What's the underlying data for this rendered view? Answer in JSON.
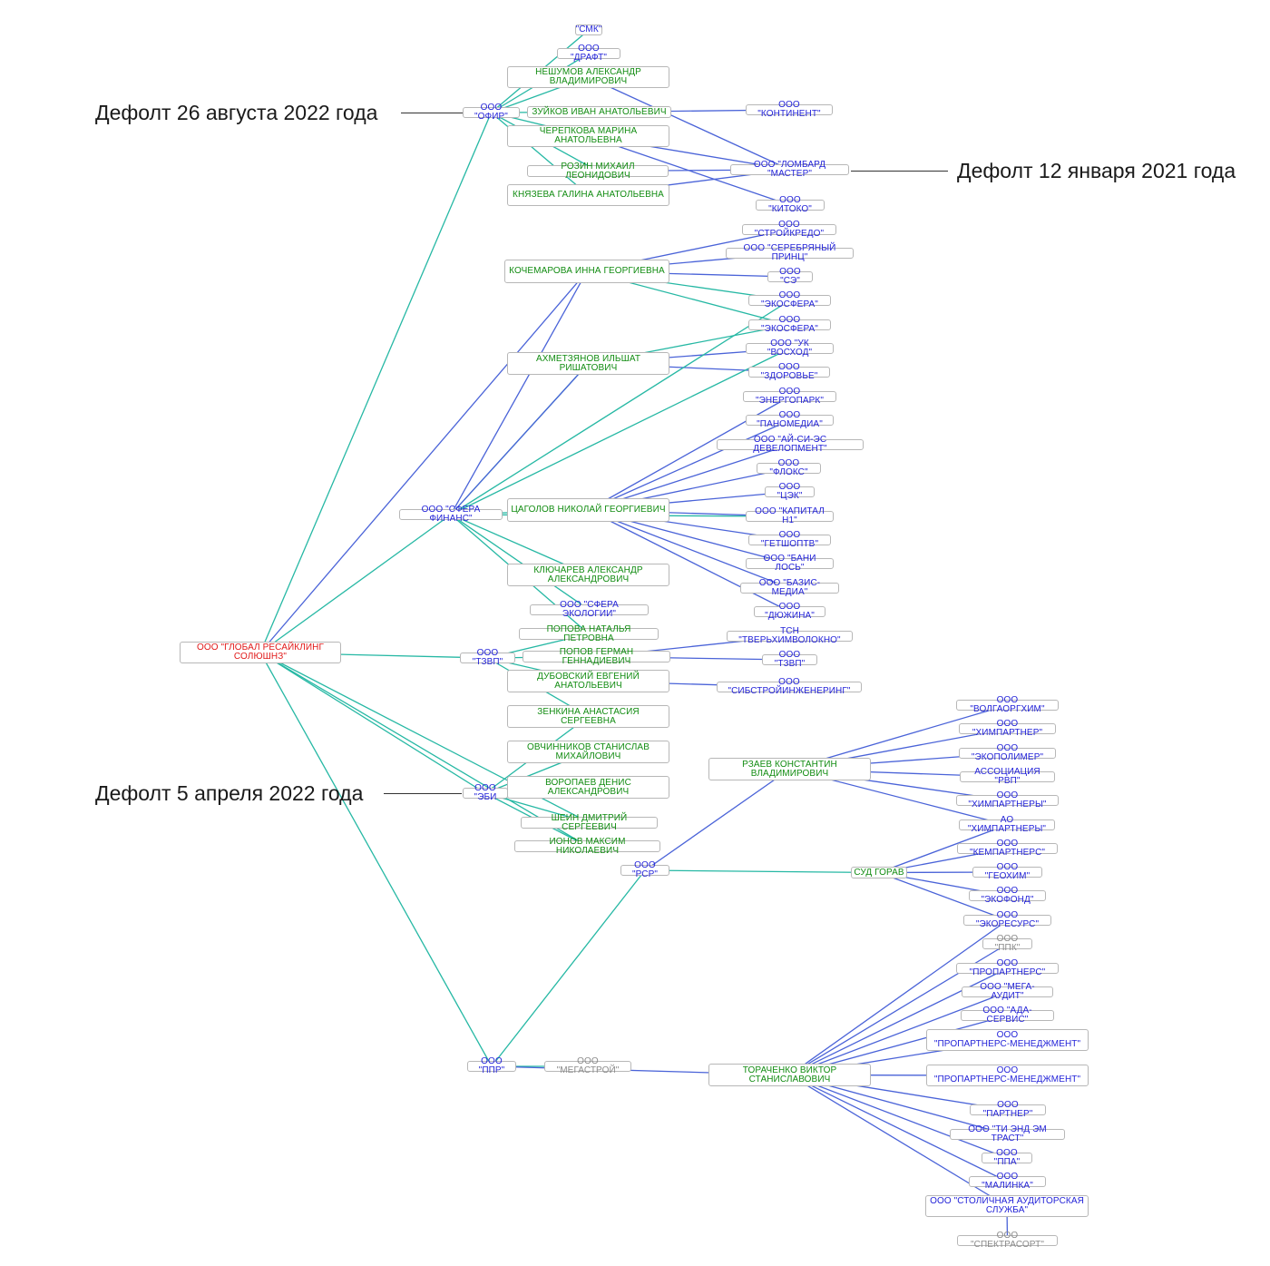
{
  "diagram": {
    "nodes": [
      {
        "id": "root",
        "label": "ООО \"ГЛОБАЛ РЕСАЙКЛИНГ\nСОЛЮШНЗ\"",
        "kind": "root"
      },
      {
        "id": "smk",
        "label": "\"СМК\"",
        "kind": "company"
      },
      {
        "id": "draft",
        "label": "ООО \"ДРАФТ\"",
        "kind": "company"
      },
      {
        "id": "neshumov",
        "label": "НЕШУМОВ АЛЕКСАНДР\nВЛАДИМИРОВИЧ",
        "kind": "person"
      },
      {
        "id": "ofir",
        "label": "ООО \"ОФИР\"",
        "kind": "company"
      },
      {
        "id": "zuykov",
        "label": "ЗУЙКОВ ИВАН АНАТОЛЬЕВИЧ",
        "kind": "person"
      },
      {
        "id": "kontinent",
        "label": "ООО \"КОНТИНЕНТ\"",
        "kind": "company"
      },
      {
        "id": "cherepkova",
        "label": "ЧЕРЕПКОВА МАРИНА\nАНАТОЛЬЕВНА",
        "kind": "person"
      },
      {
        "id": "rozin",
        "label": "РОЗИН МИХАИЛ ЛЕОНИДОВИЧ",
        "kind": "person"
      },
      {
        "id": "lombard",
        "label": "ООО \"ЛОМБАРД \"МАСТЕР\"",
        "kind": "company"
      },
      {
        "id": "knyazeva",
        "label": "КНЯЗЕВА ГАЛИНА АНАТОЛЬЕВНА",
        "kind": "person"
      },
      {
        "id": "kitoko",
        "label": "ООО \"КИТОКО\"",
        "kind": "company"
      },
      {
        "id": "stroykredo",
        "label": "ООО \"СТРОЙКРЕДО\"",
        "kind": "company"
      },
      {
        "id": "serebr",
        "label": "ООО \"СЕРЕБРЯНЫЙ ПРИНЦ\"",
        "kind": "company"
      },
      {
        "id": "kochemarova",
        "label": "КОЧЕМАРОВА ИННА ГЕОРГИЕВНА",
        "kind": "person"
      },
      {
        "id": "se",
        "label": "ООО \"СЭ\"",
        "kind": "company"
      },
      {
        "id": "ekosfera1",
        "label": "ООО \"ЭКОСФЕРА\"",
        "kind": "company"
      },
      {
        "id": "ekosfera2",
        "label": "ООО \"ЭКОСФЕРА\"",
        "kind": "company"
      },
      {
        "id": "ukvoshod",
        "label": "ООО \"УК \"ВОСХОД\"",
        "kind": "company"
      },
      {
        "id": "ahmetzyanov",
        "label": "АХМЕТЗЯНОВ ИЛЬШАТ\nРИШАТОВИЧ",
        "kind": "person"
      },
      {
        "id": "zdorovie",
        "label": "ООО \"ЗДОРОВЬЕ\"",
        "kind": "company"
      },
      {
        "id": "energopark",
        "label": "ООО \"ЭНЕРГОПАРК\"",
        "kind": "company"
      },
      {
        "id": "panomedia",
        "label": "ООО \"ПАНОМЕДИА\"",
        "kind": "company"
      },
      {
        "id": "aisies",
        "label": "ООО \"АЙ-СИ-ЭС ДЕВЕЛОПМЕНТ\"",
        "kind": "company"
      },
      {
        "id": "floks",
        "label": "ООО \"ФЛОКС\"",
        "kind": "company"
      },
      {
        "id": "tsek",
        "label": "ООО \"ЦЭК\"",
        "kind": "company"
      },
      {
        "id": "sferafin",
        "label": "ООО \"СФЕРА ФИНАНС\"",
        "kind": "company"
      },
      {
        "id": "tsagolov",
        "label": "ЦАГОЛОВ НИКОЛАЙ ГЕОРГИЕВИЧ",
        "kind": "person"
      },
      {
        "id": "kapital",
        "label": "ООО \"КАПИТАЛ Н1\"",
        "kind": "company"
      },
      {
        "id": "getshop",
        "label": "ООО \"ГЕТШОПТВ\"",
        "kind": "company"
      },
      {
        "id": "banilos",
        "label": "ООО \"БАНИ ЛОСЬ\"",
        "kind": "company"
      },
      {
        "id": "klyucharev",
        "label": "КЛЮЧАРЕВ АЛЕКСАНДР\nАЛЕКСАНДРОВИЧ",
        "kind": "person"
      },
      {
        "id": "bazis",
        "label": "ООО \"БАЗИС-МЕДИА\"",
        "kind": "company"
      },
      {
        "id": "sferaeko",
        "label": "ООО \"СФЕРА ЭКОЛОГИИ\"",
        "kind": "company"
      },
      {
        "id": "dyuzhina",
        "label": "ООО \"ДЮЖИНА\"",
        "kind": "company"
      },
      {
        "id": "popova",
        "label": "ПОПОВА НАТАЛЬЯ ПЕТРОВНА",
        "kind": "person"
      },
      {
        "id": "tsn",
        "label": "ТСН \"ТВЕРЬХИМВОЛОКНО\"",
        "kind": "company"
      },
      {
        "id": "tzvp1",
        "label": "ООО \"ТЗВП\"",
        "kind": "company"
      },
      {
        "id": "popovg",
        "label": "ПОПОВ ГЕРМАН ГЕННАДИЕВИЧ",
        "kind": "person"
      },
      {
        "id": "tzvp2",
        "label": "ООО \"ТЗВП\"",
        "kind": "company"
      },
      {
        "id": "dubovsky",
        "label": "ДУБОВСКИЙ ЕВГЕНИЙ\nАНАТОЛЬЕВИЧ",
        "kind": "person"
      },
      {
        "id": "sibstroy",
        "label": "ООО \"СИБСТРОЙИНЖЕНЕРИНГ\"",
        "kind": "company"
      },
      {
        "id": "volgaorg",
        "label": "ООО \"ВОЛГАОРГХИМ\"",
        "kind": "company"
      },
      {
        "id": "zenkina",
        "label": "ЗЕНКИНА АНАСТАСИЯ\nСЕРГЕЕВНА",
        "kind": "person"
      },
      {
        "id": "himpartner",
        "label": "ООО \"ХИМПАРТНЕР\"",
        "kind": "company"
      },
      {
        "id": "ovchinnikov",
        "label": "ОВЧИННИКОВ СТАНИСЛАВ\nМИХАЙЛОВИЧ",
        "kind": "person"
      },
      {
        "id": "ekopolimer",
        "label": "ООО \"ЭКОПОЛИМЕР\"",
        "kind": "company"
      },
      {
        "id": "rzaev",
        "label": "РЗАЕВ КОНСТАНТИН\nВЛАДИМИРОВИЧ",
        "kind": "person"
      },
      {
        "id": "rvp",
        "label": "АССОЦИАЦИЯ \"РВП\"",
        "kind": "company"
      },
      {
        "id": "voropaev",
        "label": "ВОРОПАЕВ ДЕНИС\nАЛЕКСАНДРОВИЧ",
        "kind": "person"
      },
      {
        "id": "ebi",
        "label": "ООО \"ЭБИ",
        "kind": "company"
      },
      {
        "id": "himpartnery",
        "label": "ООО \"ХИМПАРТНЕРЫ\"",
        "kind": "company"
      },
      {
        "id": "shein",
        "label": "ШЕИН ДМИТРИЙ СЕРГЕЕВИЧ",
        "kind": "person"
      },
      {
        "id": "ao_him",
        "label": "АО \"ХИМПАРТНЕРЫ\"",
        "kind": "company"
      },
      {
        "id": "ionov",
        "label": "ИОНОВ МАКСИМ НИКОЛАЕВИЧ",
        "kind": "person"
      },
      {
        "id": "kempart",
        "label": "ООО \"КЕМПАРТНЕРС\"",
        "kind": "company"
      },
      {
        "id": "rsr",
        "label": "ООО \"РСР\"",
        "kind": "company"
      },
      {
        "id": "sudgorav",
        "label": "СУД ГОРАВ",
        "kind": "person"
      },
      {
        "id": "geohim",
        "label": "ООО \"ГЕОХИМ\"",
        "kind": "company"
      },
      {
        "id": "ekofond",
        "label": "ООО \"ЭКОФОНД\"",
        "kind": "company"
      },
      {
        "id": "ekoresurs",
        "label": "ООО \"ЭКОРЕСУРС\"",
        "kind": "company"
      },
      {
        "id": "ppk",
        "label": "ООО \"ППК\"",
        "kind": "inactive"
      },
      {
        "id": "propart",
        "label": "ООО \"ПРОПАРТНЕРС\"",
        "kind": "company"
      },
      {
        "id": "megaaudit",
        "label": "ООО \"МЕГА-АУДИТ\"",
        "kind": "company"
      },
      {
        "id": "adaserv",
        "label": "ООО \"АДА-СЕРВИС\"",
        "kind": "company"
      },
      {
        "id": "propman1",
        "label": "ООО\n\"ПРОПАРТНЕРС-МЕНЕДЖМЕНТ\"",
        "kind": "company"
      },
      {
        "id": "ppr",
        "label": "ООО \"ППР\"",
        "kind": "company"
      },
      {
        "id": "megastroy",
        "label": "ООО \"МЕГАСТРОЙ\"",
        "kind": "inactive"
      },
      {
        "id": "torachenko",
        "label": "ТОРАЧЕНКО ВИКТОР\nСТАНИСЛАВОВИЧ",
        "kind": "person"
      },
      {
        "id": "propman2",
        "label": "ООО\n\"ПРОПАРТНЕРС-МЕНЕДЖМЕНТ\"",
        "kind": "company"
      },
      {
        "id": "partner",
        "label": "ООО \"ПАРТНЕР\"",
        "kind": "company"
      },
      {
        "id": "tiendem",
        "label": "ООО \"ТИ ЭНД ЭМ ТРАСТ\"",
        "kind": "company"
      },
      {
        "id": "ppa",
        "label": "ООО \"ППА\"",
        "kind": "company"
      },
      {
        "id": "malinka",
        "label": "ООО \"МАЛИНКА\"",
        "kind": "company"
      },
      {
        "id": "stolichnaya",
        "label": "ООО \"СТОЛИЧНАЯ АУДИТОРСКАЯ\nСЛУЖБА\"",
        "kind": "company"
      },
      {
        "id": "spektrasort",
        "label": "ООО \"СПЕКТРАСОРТ\"",
        "kind": "inactive"
      }
    ],
    "edges": [
      [
        "root",
        "ofir",
        "teal"
      ],
      [
        "root",
        "sferafin",
        "teal"
      ],
      [
        "root",
        "kochemarova",
        "blue"
      ],
      [
        "root",
        "tzvp2",
        "teal"
      ],
      [
        "root",
        "ebi",
        "teal"
      ],
      [
        "root",
        "ppr",
        "teal"
      ],
      [
        "root",
        "shein",
        "teal"
      ],
      [
        "root",
        "ionov",
        "teal"
      ],
      [
        "ofir",
        "smk",
        "teal"
      ],
      [
        "ofir",
        "draft",
        "teal"
      ],
      [
        "ofir",
        "neshumov",
        "teal"
      ],
      [
        "ofir",
        "zuykov",
        "teal"
      ],
      [
        "ofir",
        "cherepkova",
        "teal"
      ],
      [
        "ofir",
        "rozin",
        "teal"
      ],
      [
        "ofir",
        "knyazeva",
        "teal"
      ],
      [
        "zuykov",
        "kontinent",
        "blue"
      ],
      [
        "cherepkova",
        "lombard",
        "blue"
      ],
      [
        "rozin",
        "lombard",
        "blue"
      ],
      [
        "knyazeva",
        "lombard",
        "blue"
      ],
      [
        "neshumov",
        "lombard",
        "blue"
      ],
      [
        "cherepkova",
        "kitoko",
        "blue"
      ],
      [
        "kochemarova",
        "stroykredo",
        "blue"
      ],
      [
        "kochemarova",
        "serebr",
        "blue"
      ],
      [
        "kochemarova",
        "se",
        "blue"
      ],
      [
        "kochemarova",
        "ekosfera1",
        "teal"
      ],
      [
        "kochemarova",
        "ekosfera2",
        "teal"
      ],
      [
        "kochemarova",
        "sferafin",
        "blue"
      ],
      [
        "ahmetzyanov",
        "ekosfera2",
        "teal"
      ],
      [
        "ahmetzyanov",
        "ukvoshod",
        "blue"
      ],
      [
        "ahmetzyanov",
        "zdorovie",
        "blue"
      ],
      [
        "ahmetzyanov",
        "sferafin",
        "teal"
      ],
      [
        "sferafin",
        "ahmetzyanov",
        "blue"
      ],
      [
        "sferafin",
        "ekosfera1",
        "teal"
      ],
      [
        "sferafin",
        "ukvoshod",
        "teal"
      ],
      [
        "sferafin",
        "tsagolov",
        "teal"
      ],
      [
        "sferafin",
        "klyucharev",
        "teal"
      ],
      [
        "sferafin",
        "sferaeko",
        "teal"
      ],
      [
        "sferafin",
        "popova",
        "teal"
      ],
      [
        "sferafin",
        "kapital",
        "teal"
      ],
      [
        "tsagolov",
        "energopark",
        "blue"
      ],
      [
        "tsagolov",
        "panomedia",
        "blue"
      ],
      [
        "tsagolov",
        "aisies",
        "blue"
      ],
      [
        "tsagolov",
        "floks",
        "blue"
      ],
      [
        "tsagolov",
        "tsek",
        "blue"
      ],
      [
        "tsagolov",
        "kapital",
        "blue"
      ],
      [
        "tsagolov",
        "getshop",
        "blue"
      ],
      [
        "tsagolov",
        "banilos",
        "blue"
      ],
      [
        "tsagolov",
        "bazis",
        "blue"
      ],
      [
        "tsagolov",
        "dyuzhina",
        "blue"
      ],
      [
        "tzvp2",
        "popovg",
        "teal"
      ],
      [
        "tzvp2",
        "popova",
        "teal"
      ],
      [
        "tzvp2",
        "dubovsky",
        "teal"
      ],
      [
        "tzvp2",
        "zenkina",
        "teal"
      ],
      [
        "popovg",
        "tsn",
        "blue"
      ],
      [
        "popovg",
        "tzvp1",
        "blue"
      ],
      [
        "dubovsky",
        "sibstroy",
        "blue"
      ],
      [
        "ebi",
        "ovchinnikov",
        "teal"
      ],
      [
        "ebi",
        "voropaev",
        "teal"
      ],
      [
        "ebi",
        "zenkina",
        "teal"
      ],
      [
        "ebi",
        "shein",
        "teal"
      ],
      [
        "ebi",
        "ionov",
        "teal"
      ],
      [
        "rsr",
        "rzaev",
        "blue"
      ],
      [
        "rsr",
        "sudgorav",
        "teal"
      ],
      [
        "ppr",
        "rsr",
        "teal"
      ],
      [
        "ppr",
        "megastroy",
        "teal"
      ],
      [
        "ppr",
        "torachenko",
        "blue"
      ],
      [
        "rzaev",
        "volgaorg",
        "blue"
      ],
      [
        "rzaev",
        "himpartner",
        "blue"
      ],
      [
        "rzaev",
        "ekopolimer",
        "blue"
      ],
      [
        "rzaev",
        "rvp",
        "blue"
      ],
      [
        "rzaev",
        "himpartnery",
        "blue"
      ],
      [
        "rzaev",
        "ao_him",
        "blue"
      ],
      [
        "sudgorav",
        "kempart",
        "blue"
      ],
      [
        "sudgorav",
        "geohim",
        "blue"
      ],
      [
        "sudgorav",
        "ekofond",
        "blue"
      ],
      [
        "sudgorav",
        "ekoresurs",
        "blue"
      ],
      [
        "sudgorav",
        "ao_him",
        "blue"
      ],
      [
        "torachenko",
        "ekoresurs",
        "blue"
      ],
      [
        "torachenko",
        "ppk",
        "blue"
      ],
      [
        "torachenko",
        "propart",
        "blue"
      ],
      [
        "torachenko",
        "megaaudit",
        "blue"
      ],
      [
        "torachenko",
        "adaserv",
        "blue"
      ],
      [
        "torachenko",
        "propman1",
        "blue"
      ],
      [
        "torachenko",
        "propman2",
        "blue"
      ],
      [
        "torachenko",
        "partner",
        "blue"
      ],
      [
        "torachenko",
        "tiendem",
        "blue"
      ],
      [
        "torachenko",
        "ppa",
        "blue"
      ],
      [
        "torachenko",
        "malinka",
        "blue"
      ],
      [
        "torachenko",
        "stolichnaya",
        "blue"
      ],
      [
        "stolichnaya",
        "spektrasort",
        "blue"
      ]
    ],
    "edge_colors": {
      "teal": "#26b8a4",
      "blue": "#4a63d8"
    },
    "node_colors": {
      "company": "#2323d8",
      "person": "#128c12",
      "root": "#e01818",
      "inactive": "#8a8a8a"
    }
  },
  "callouts": [
    {
      "id": "ofir",
      "text": "Дефолт 26 августа 2022 года"
    },
    {
      "id": "lombard",
      "text": "Дефолт 12 января 2021 года"
    },
    {
      "id": "ebi",
      "text": "Дефолт 5 апреля 2022 года"
    }
  ]
}
